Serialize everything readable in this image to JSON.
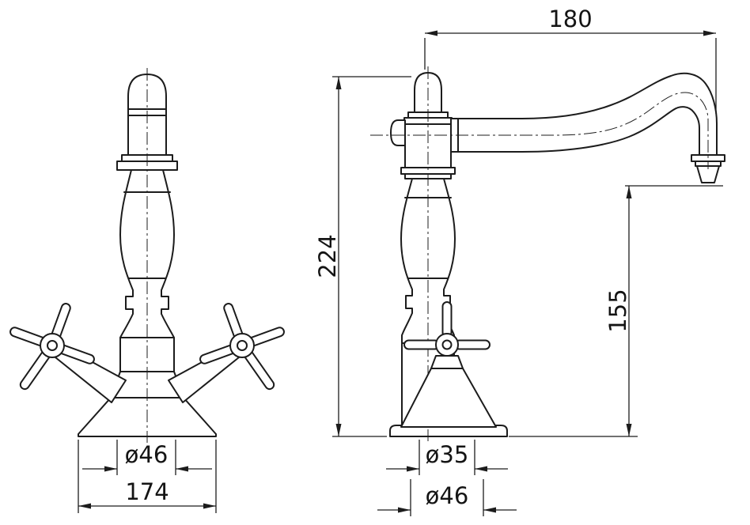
{
  "page": {
    "paper_color": "#ffffff",
    "ink_color": "#1c1c1c"
  },
  "dimensions": {
    "front_view": {
      "base_diameter": "ø46",
      "overall_width": "174"
    },
    "side_view": {
      "spout_reach": "180",
      "overall_height": "224",
      "spout_outlet_height": "155",
      "shank_diameter": "ø35",
      "base_diameter": "ø46"
    }
  }
}
